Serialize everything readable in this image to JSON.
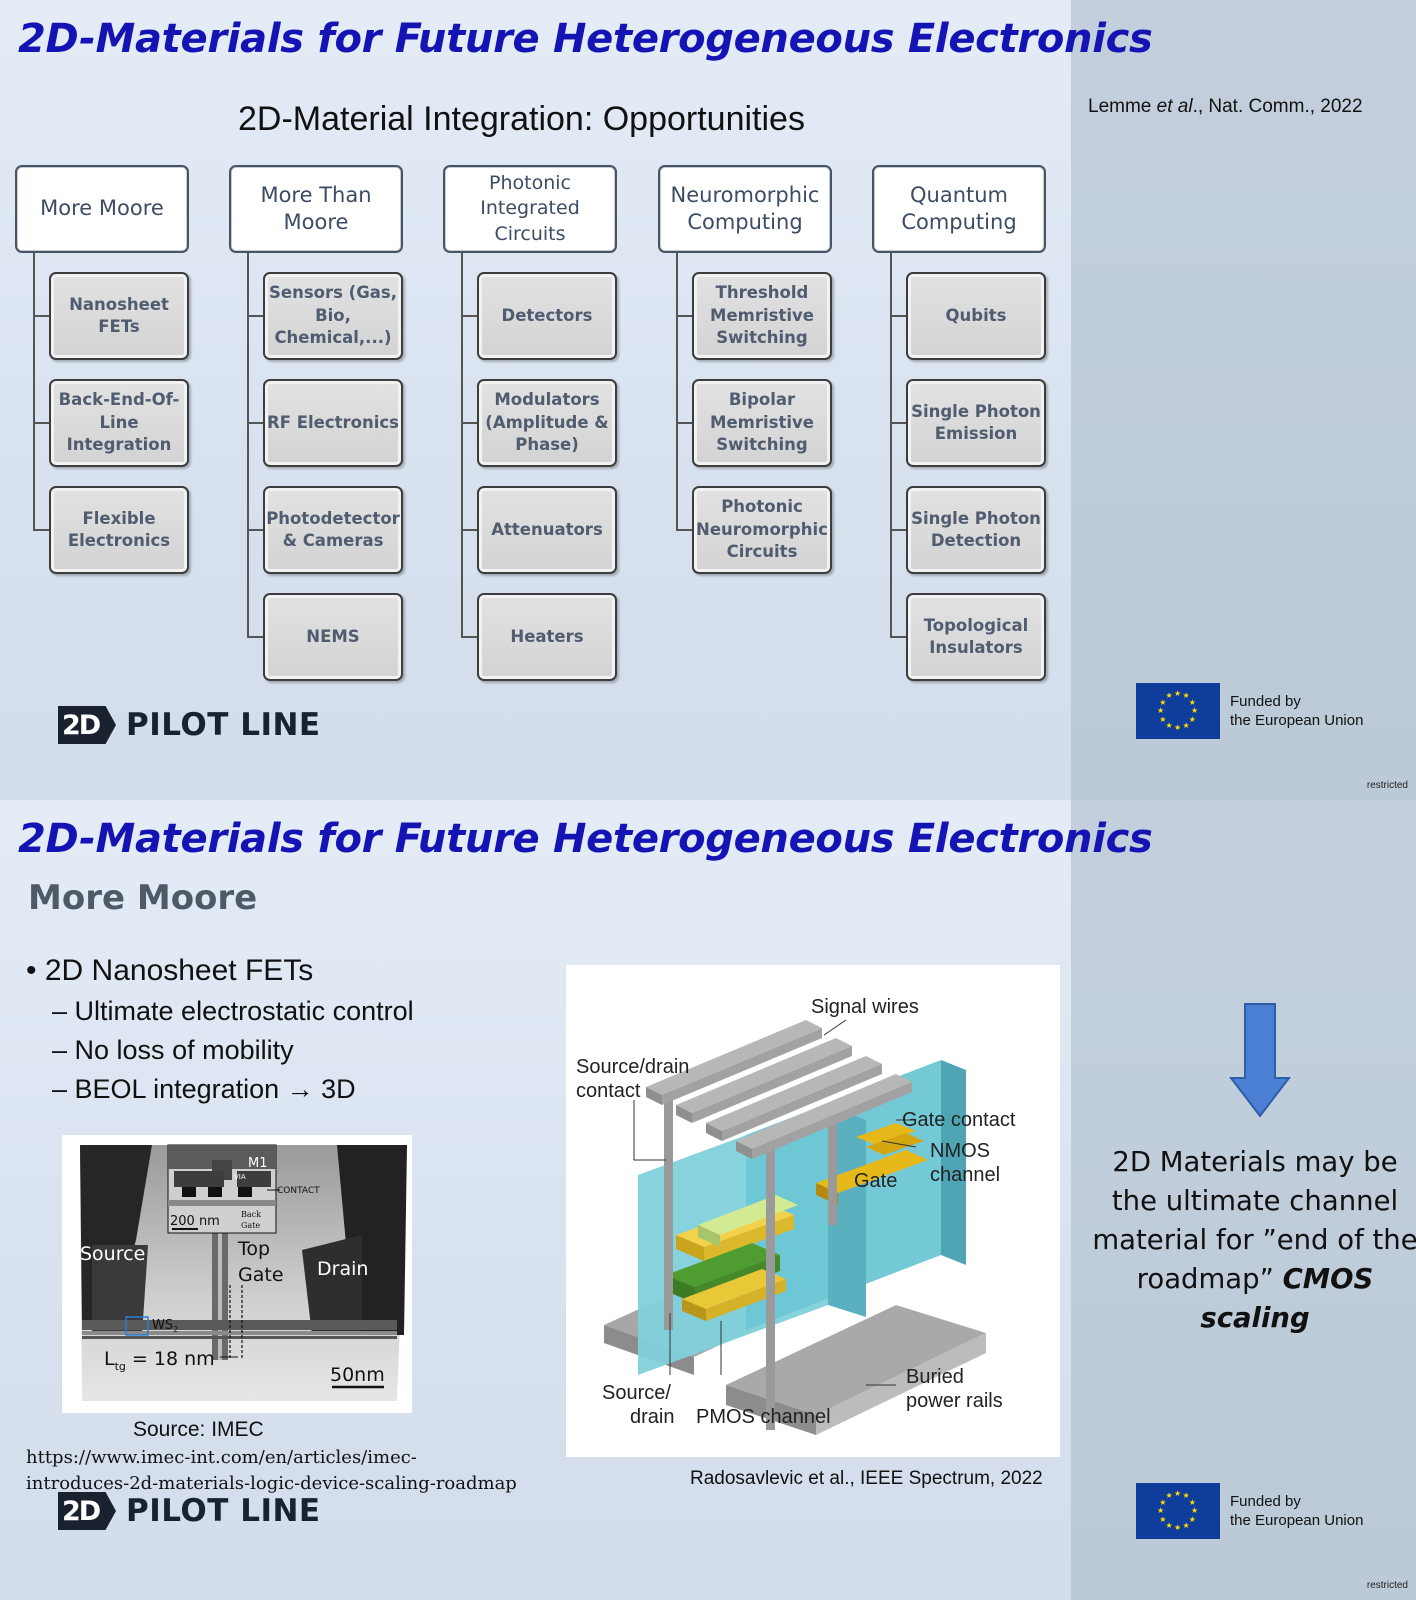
{
  "slide1": {
    "title": "2D-Materials for Future Heterogeneous Electronics",
    "subtitle": "2D-Material Integration: Opportunities",
    "reference": {
      "authors_prefix": "Lemme ",
      "etal": "et al",
      "suffix": "., Nat. Comm., 2022"
    },
    "columns": [
      {
        "heading": "More Moore",
        "items": [
          "Nanosheet FETs",
          "Back-End-Of-Line Integration",
          "Flexible Electronics"
        ]
      },
      {
        "heading": "More Than Moore",
        "items": [
          "Sensors (Gas, Bio, Chemical,...)",
          "RF Electronics",
          "Photodetector & Cameras",
          "NEMS"
        ]
      },
      {
        "heading": "Photonic Integrated Circuits",
        "items": [
          "Detectors",
          "Modulators (Amplitude & Phase)",
          "Attenuators",
          "Heaters"
        ]
      },
      {
        "heading": "Neuromorphic Computing",
        "items": [
          "Threshold Memristive Switching",
          "Bipolar Memristive Switching",
          "Photonic Neuromorphic Circuits"
        ]
      },
      {
        "heading": "Quantum Computing",
        "items": [
          "Qubits",
          "Single Photon Emission",
          "Single Photon Detection",
          "Topological Insulators"
        ]
      }
    ]
  },
  "logo": {
    "badge": "2D",
    "text": "PILOT LINE"
  },
  "eu": {
    "line1": "Funded by",
    "line2": "the European Union"
  },
  "restricted": "restricted",
  "slide2": {
    "title": "2D-Materials for Future Heterogeneous Electronics",
    "section": "More Moore",
    "bullet": "2D Nanosheet FETs",
    "subbullets": [
      "Ultimate electrostatic control",
      "No loss of mobility",
      "BEOL integration → 3D"
    ],
    "tem": {
      "inset_m1": "M1",
      "inset_via": "VIA",
      "inset_contact": "CONTACT",
      "inset_scale": "200 nm",
      "inset_back": "Back",
      "inset_gate": "Gate",
      "source": "Source",
      "top": "Top",
      "gate": "Gate",
      "drain": "Drain",
      "ws2": "WS",
      "ws2_sub": "2",
      "ltg_l": "L",
      "ltg_sub": "tg",
      "ltg_value": " = 18 nm",
      "scale": "50nm"
    },
    "source_caption": "Source: IMEC",
    "url_line1": "https://www.imec-int.com/en/articles/imec-",
    "url_line2": "introduces-2d-materials-logic-device-scaling-roadmap",
    "figure": {
      "signal_wires": "Signal wires",
      "sd_contact_1": "Source/drain",
      "sd_contact_2": "contact",
      "gate_contact": "Gate contact",
      "nmos_1": "NMOS",
      "nmos_2": "channel",
      "gate": "Gate",
      "source_drain_1": "Source/",
      "source_drain_2": "drain",
      "pmos": "PMOS channel",
      "buried_1": "Buried",
      "buried_2": "power rails"
    },
    "figure_caption": "Radosavlevic et al., IEEE Spectrum, 2022",
    "statement_1": "2D Materials may be the ultimate channel material for ”end of the roadmap” ",
    "statement_bold": "CMOS scaling",
    "colors": {
      "title": "#1414b4",
      "arrow": "#4a7fd4",
      "eu_blue": "#0e3d9b",
      "eu_gold": "#ffdd00"
    }
  }
}
